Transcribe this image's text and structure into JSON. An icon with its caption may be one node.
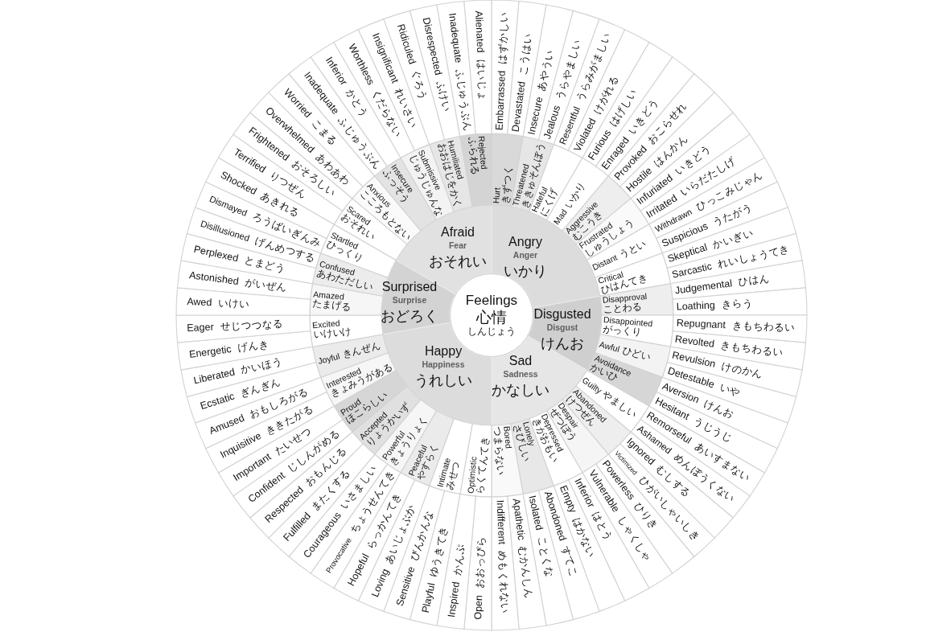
{
  "diagram": {
    "nodes": [
      {
        "text": [
          "Feelings",
          "心情",
          "しんじょう"
        ]
      },
      {
        "text": [
          "Angry",
          "Anger",
          "いかり"
        ]
      },
      {
        "text": [
          "Disgusted",
          "Disgust",
          "けんお"
        ]
      },
      {
        "text": [
          "Sad",
          "Sadness",
          "かなしい"
        ]
      },
      {
        "text": [
          "Happy",
          "Happiness",
          "うれしい"
        ]
      },
      {
        "text": [
          "Surprised",
          "Surprise",
          "おどろく"
        ]
      },
      {
        "text": [
          "Afraid",
          "Fear",
          "おそれい"
        ]
      },
      {
        "text": [
          "Hurt",
          "きずつく"
        ]
      },
      {
        "text": [
          "Threatened",
          "ききゅそんぼう"
        ]
      },
      {
        "text": [
          "Hateful",
          "にくげ"
        ]
      },
      {
        "text": [
          "Mad",
          "いかり"
        ]
      },
      {
        "text": [
          "Aggressive",
          "むこうき"
        ]
      },
      {
        "text": [
          "Frustrated",
          "しゅうしょう"
        ]
      },
      {
        "text": [
          "Distant",
          "うとい"
        ]
      },
      {
        "text": [
          "Critical",
          "ひはんてき"
        ]
      },
      {
        "text": [
          "Disapproval",
          "ことわる"
        ]
      },
      {
        "text": [
          "Disappointed",
          "がっくり"
        ]
      },
      {
        "text": [
          "Awful",
          "ひどい"
        ]
      },
      {
        "text": [
          "Avoidance",
          "かいひ"
        ]
      },
      {
        "text": [
          "Guilty",
          "やましい"
        ]
      },
      {
        "text": [
          "Abandoned",
          "けつぜん"
        ]
      },
      {
        "text": [
          "Despair",
          "ぜつぼう"
        ]
      },
      {
        "text": [
          "Depressed",
          "きがおもい"
        ]
      },
      {
        "text": [
          "Lonely",
          "さびしい"
        ]
      },
      {
        "text": [
          "Bored",
          "つまらない"
        ]
      },
      {
        "text": [
          "Optimistic",
          "らくてんてき"
        ]
      },
      {
        "text": [
          "Intimate",
          "みせつ"
        ]
      },
      {
        "text": [
          "Peaceful",
          "やすらく"
        ]
      },
      {
        "text": [
          "Powerful",
          "きょうりょく"
        ]
      },
      {
        "text": [
          "Accepted",
          "りょうかいず"
        ]
      },
      {
        "text": [
          "Proud",
          "ほこらしい"
        ]
      },
      {
        "text": [
          "Interested",
          "きょみうがある"
        ]
      },
      {
        "text": [
          "Joyful",
          "きんぜん"
        ]
      },
      {
        "text": [
          "Excited",
          "いけいけ"
        ]
      },
      {
        "text": [
          "Amazed",
          "たまげる"
        ]
      },
      {
        "text": [
          "Confused",
          "あわただしい"
        ]
      },
      {
        "text": [
          "Startled",
          "ひっくり"
        ]
      },
      {
        "text": [
          "Scared",
          "おそれい"
        ]
      },
      {
        "text": [
          "Anxious",
          "こころもとない"
        ]
      },
      {
        "text": [
          "Insecure",
          "ふっそう"
        ]
      },
      {
        "text": [
          "Submissive",
          "じゅうじゅんな"
        ]
      },
      {
        "text": [
          "Humiliated",
          "おおはじをかく"
        ]
      },
      {
        "text": [
          "Rejected",
          "ふられる"
        ]
      },
      {
        "text": [
          "Embarrassed",
          "はずかしい"
        ]
      },
      {
        "text": [
          "Devastated",
          "こうはい"
        ]
      },
      {
        "text": [
          "Insecure",
          "あやうい"
        ]
      },
      {
        "text": [
          "Jealous",
          "うらやましい"
        ]
      },
      {
        "text": [
          "Resentful",
          "うらみがましい"
        ]
      },
      {
        "text": [
          "Violated",
          "けがれる"
        ]
      },
      {
        "text": [
          "Furious",
          "はげしい"
        ]
      },
      {
        "text": [
          "Enraged",
          "いきどう"
        ]
      },
      {
        "text": [
          "Provoked",
          "おこらせれ"
        ]
      },
      {
        "text": [
          "Hostile",
          "はんかん"
        ]
      },
      {
        "text": [
          "Infuriated",
          "いきどう"
        ]
      },
      {
        "text": [
          "Irritated",
          "いらだたしげ"
        ]
      },
      {
        "text": [
          "Withdrawn",
          "ひっこみじゃん"
        ]
      },
      {
        "text": [
          "Suspicious",
          "うたがう"
        ]
      },
      {
        "text": [
          "Skeptical",
          "かいぎい"
        ]
      },
      {
        "text": [
          "Sarcastic",
          "れいしょうてき"
        ]
      },
      {
        "text": [
          "Judgemental",
          "ひはん"
        ]
      },
      {
        "text": [
          "Loathing",
          "きらう"
        ]
      },
      {
        "text": [
          "Repugnant",
          "きもちわるい"
        ]
      },
      {
        "text": [
          "Revolted",
          "きもちわるい"
        ]
      },
      {
        "text": [
          "Revulsion",
          "けのかん"
        ]
      },
      {
        "text": [
          "Detestable",
          "いや"
        ]
      },
      {
        "text": [
          "Aversion",
          "けんお"
        ]
      },
      {
        "text": [
          "Hesitant",
          "うじうじ"
        ]
      },
      {
        "text": [
          "Remorseful",
          "あいすまない"
        ]
      },
      {
        "text": [
          "Ashamed",
          "めんぼうくない"
        ]
      },
      {
        "text": [
          "Ignored",
          "むしする"
        ]
      },
      {
        "text": [
          "Victimized",
          "ひがいしゃいしき"
        ]
      },
      {
        "text": [
          "Powerless",
          "ひりき"
        ]
      },
      {
        "text": [
          "Vulnerable",
          "しゃくしゃ"
        ]
      },
      {
        "text": [
          "Inferior",
          "はとう"
        ]
      },
      {
        "text": [
          "Empty",
          "はかない"
        ]
      },
      {
        "text": [
          "Abondoned",
          "すてこ"
        ]
      },
      {
        "text": [
          "Isolated",
          "ことくな"
        ]
      },
      {
        "text": [
          "Apathetic",
          "むかんしん"
        ]
      },
      {
        "text": [
          "Indifferent",
          "めもくれない"
        ]
      },
      {
        "text": [
          "Open",
          "おおっぴら"
        ]
      },
      {
        "text": [
          "Inspired",
          "かんぷ"
        ]
      },
      {
        "text": [
          "Playful",
          "ゆうきてき"
        ]
      },
      {
        "text": [
          "Sensitive",
          "びんかんな"
        ]
      },
      {
        "text": [
          "Loving",
          "あいじょぶか"
        ]
      },
      {
        "text": [
          "Hopeful",
          "らっかんてき"
        ]
      },
      {
        "text": [
          "Provocative",
          "ちょうせんてき"
        ]
      },
      {
        "text": [
          "Courageous",
          "いさましい"
        ]
      },
      {
        "text": [
          "Fulfilled",
          "またくする"
        ]
      },
      {
        "text": [
          "Respected",
          "おもんじる"
        ]
      },
      {
        "text": [
          "Confident",
          "じしんがめる"
        ]
      },
      {
        "text": [
          "Important",
          "たいせつ"
        ]
      },
      {
        "text": [
          "Inquisitive",
          "ききたがる"
        ]
      },
      {
        "text": [
          "Amused",
          "おもしろがる"
        ]
      },
      {
        "text": [
          "Ecstatic",
          "ぎんぎん"
        ]
      },
      {
        "text": [
          "Liberated",
          "かいほう"
        ]
      },
      {
        "text": [
          "Energetic",
          "げんき"
        ]
      },
      {
        "text": [
          "Eager",
          "せじつつなる"
        ]
      },
      {
        "text": [
          "Awed",
          "いけい"
        ]
      },
      {
        "text": [
          "Astonished",
          "がいぜん"
        ]
      },
      {
        "text": [
          "Perplexed",
          "とまどう"
        ]
      },
      {
        "text": [
          "Disillusioned",
          "げんめつする"
        ]
      },
      {
        "text": [
          "Dismayed",
          "ろうばいぎんみ"
        ]
      },
      {
        "text": [
          "Shocked",
          "あきれる"
        ]
      },
      {
        "text": [
          "Terrified",
          "りつぜん"
        ]
      },
      {
        "text": [
          "Frightened",
          "おそろしい"
        ]
      },
      {
        "text": [
          "Overwhelmed",
          "あわあわ"
        ]
      },
      {
        "text": [
          "Worried",
          "こまる"
        ]
      },
      {
        "text": [
          "Inadequate",
          "ふじゅうぶん"
        ]
      },
      {
        "text": [
          "Inferior",
          "かとう"
        ]
      },
      {
        "text": [
          "Worthless",
          "くだらない"
        ]
      },
      {
        "text": [
          "Insignificant",
          "れいさい"
        ]
      },
      {
        "text": [
          "Ridiculed",
          "ぐろう"
        ]
      },
      {
        "text": [
          "Disrespected",
          "ふけい"
        ]
      },
      {
        "text": [
          "Inadequate",
          "ふじゅうぶん"
        ]
      },
      {
        "text": [
          "Alienated",
          "はいじょ"
        ]
      }
    ]
  }
}
